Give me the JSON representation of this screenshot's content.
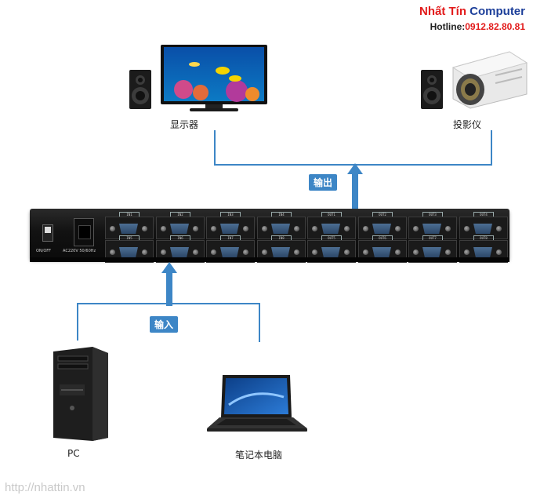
{
  "brand": {
    "name_part1": "Nhất Tín",
    "name_part2": "Computer",
    "hotline_label": "Hotline:",
    "hotline_number": "0912.82.80.81"
  },
  "devices": {
    "monitor_label": "显示器",
    "projector_label": "投影仪",
    "pc_label": "PC",
    "laptop_label": "笔记本电脑"
  },
  "flow": {
    "output_tag": "输出",
    "input_tag": "输入"
  },
  "switch": {
    "power_label": "ON/OFF",
    "voltage_label": "AC220V 50/60Hz",
    "top_ports": [
      "IN1",
      "IN2",
      "IN3",
      "IN4",
      "OUT1",
      "OUT2",
      "OUT3",
      "OUT4"
    ],
    "bottom_ports": [
      "IN5",
      "IN6",
      "IN7",
      "IN8",
      "OUT5",
      "OUT6",
      "OUT7",
      "OUT8"
    ]
  },
  "watermark": "http://nhattin.vn",
  "colors": {
    "accent_blue": "#3d86c6",
    "brand_red": "#e21b1b",
    "brand_blue": "#1d3f9a"
  }
}
